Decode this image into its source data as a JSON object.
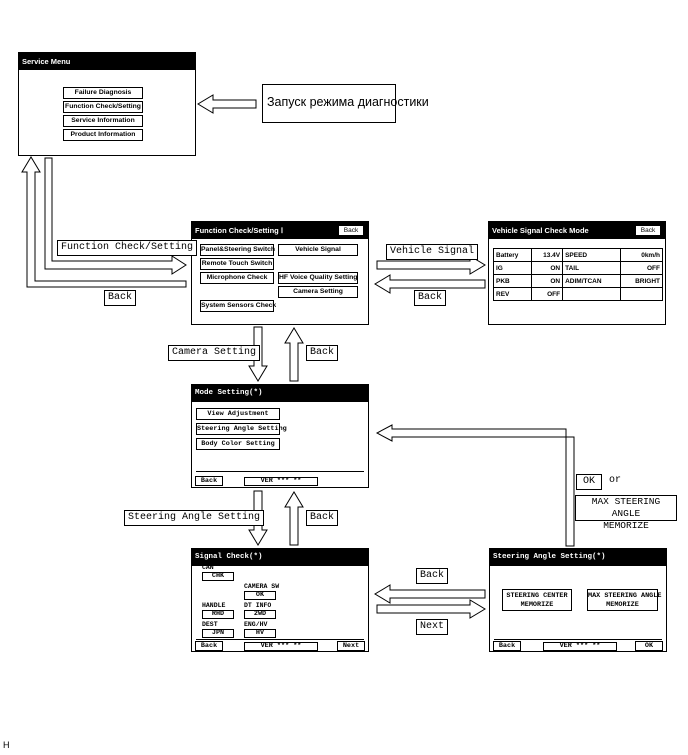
{
  "service_menu": {
    "title": "Service Menu",
    "items": [
      "Failure Diagnosis",
      "Function Check/Setting",
      "Service Information",
      "Product Information"
    ]
  },
  "callout_text": "Запуск режима диагностики",
  "function_check": {
    "title": "Function Check/Setting Ⅰ",
    "back": "Back",
    "items": [
      "Panel&Steering Switch",
      "Vehicle Signal",
      "Remote Touch Switch",
      "Microphone Check",
      "HF Voice Quality Setting",
      "Camera Setting",
      "System Sensors Check"
    ]
  },
  "vehicle_signal": {
    "title": "Vehicle Signal Check Mode",
    "back": "Back",
    "rows": [
      [
        "Battery",
        "13.4V",
        "SPEED",
        "0km/h"
      ],
      [
        "IG",
        "ON",
        "TAIL",
        "OFF"
      ],
      [
        "PKB",
        "ON",
        "ADIM/TCAN",
        "BRIGHT"
      ],
      [
        "REV",
        "OFF",
        "",
        ""
      ]
    ]
  },
  "mode_setting": {
    "title": "Mode Setting(*)",
    "items": [
      "View Adjustment",
      "Steering Angle Setting",
      "Body Color Setting"
    ],
    "back": "Back",
    "ver": "VER *** **"
  },
  "signal_check": {
    "title": "Signal Check(*)",
    "can_label": "CAN",
    "can_value": "CHK",
    "camera_sw_label": "CAMERA SW",
    "camera_sw_value": "OK",
    "handle_label": "HANDLE",
    "handle_value": "RHD",
    "dt_info_label": "DT INFO",
    "dt_info_value": "2WD",
    "dest_label": "DEST",
    "dest_value": "JPN",
    "enghv_label": "ENG/HV",
    "enghv_value": "HV",
    "back": "Back",
    "ver": "VER *** **",
    "next": "Next"
  },
  "steering_angle": {
    "title": "Steering Angle Setting(*)",
    "center": [
      "STEERING CENTER",
      "MEMORIZE"
    ],
    "max": [
      "MAX STEERING ANGLE",
      "MEMORIZE"
    ],
    "back": "Back",
    "ver": "VER *** **",
    "ok": "OK"
  },
  "labels": {
    "function_check_setting": "Function Check/Setting",
    "back_1": "Back",
    "vehicle_signal": "Vehicle Signal",
    "back_2": "Back",
    "camera_setting": "Camera Setting",
    "back_3": "Back",
    "steering_angle_setting": "Steering Angle Setting",
    "back_4": "Back",
    "back_5": "Back",
    "next": "Next",
    "ok": "OK",
    "or": "or",
    "max_line1": "MAX STEERING ANGLE",
    "max_line2": "MEMORIZE"
  },
  "corner_letter": "H"
}
